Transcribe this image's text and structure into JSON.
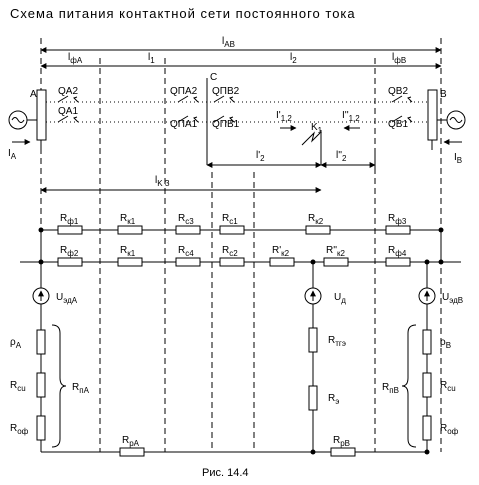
{
  "title": "Схема питания контактной сети постоянного тока",
  "caption": "Рис. 14.4",
  "dims": {
    "lab": "l",
    "lab_sub": "AB",
    "lfa": "l",
    "lfa_sub": "фA",
    "l1": "l",
    "l1_sub": "1",
    "l2": "l",
    "l2_sub": "2",
    "lfb": "l",
    "lfb_sub": "фB",
    "l2p": "l'",
    "l2p_sub": "2",
    "l2pp": "l''",
    "l2pp_sub": "2",
    "lkz": "l",
    "lkz_sub": "K З"
  },
  "nodes": {
    "a": "A",
    "b": "B",
    "c": "C",
    "k": "K",
    "k_sub": "1"
  },
  "breakers": {
    "qa2": "QA2",
    "qa1": "QA1",
    "qpa2": "QПA2",
    "qpa1": "QПA1",
    "qpv2": "QПB2",
    "qpv1": "QПB1",
    "qb2": "QB2",
    "qb1": "QB1"
  },
  "currents": {
    "ia": "I",
    "ia_sub": "A",
    "ib": "I",
    "ib_sub": "B",
    "i12p": "I'",
    "i12p_sub": "1,2",
    "i12pp": "I''",
    "i12pp_sub": "1,2"
  },
  "top_row": [
    {
      "t": "R",
      "s": "ф1"
    },
    {
      "t": "R",
      "s": "к1"
    },
    {
      "t": "R",
      "s": "с3"
    },
    {
      "t": "R",
      "s": "с1"
    },
    {
      "t": "R",
      "s": "к2"
    },
    {
      "t": "R",
      "s": "ф3"
    }
  ],
  "mid_row": [
    {
      "t": "R",
      "s": "ф2"
    },
    {
      "t": "R",
      "s": "к1"
    },
    {
      "t": "R",
      "s": "с4"
    },
    {
      "t": "R",
      "s": "с2"
    },
    {
      "t": "R'",
      "s": "к2"
    },
    {
      "t": "R''",
      "s": "к2"
    },
    {
      "t": "R",
      "s": "ф4"
    }
  ],
  "sources": {
    "ua": "U",
    "ua_sub": "эдA",
    "ud": "U",
    "ud_sub": "д",
    "ub": "U",
    "ub_sub": "эдB"
  },
  "left_branch": [
    {
      "t": "ρ",
      "s": "A"
    },
    {
      "t": "R",
      "s": "сu"
    },
    {
      "t": "R",
      "s": "оф"
    }
  ],
  "left_group": {
    "t": "R",
    "s": "пA"
  },
  "mid_branch": [
    {
      "t": "R",
      "s": "тгэ"
    },
    {
      "t": "R",
      "s": "э"
    }
  ],
  "right_branch": [
    {
      "t": "ρ",
      "s": "B"
    },
    {
      "t": "R",
      "s": "сu"
    },
    {
      "t": "R",
      "s": "оф"
    }
  ],
  "right_group": {
    "t": "R",
    "s": "пB"
  },
  "bottom": [
    {
      "t": "R",
      "s": "рA"
    },
    {
      "t": "R",
      "s": "рB"
    }
  ]
}
